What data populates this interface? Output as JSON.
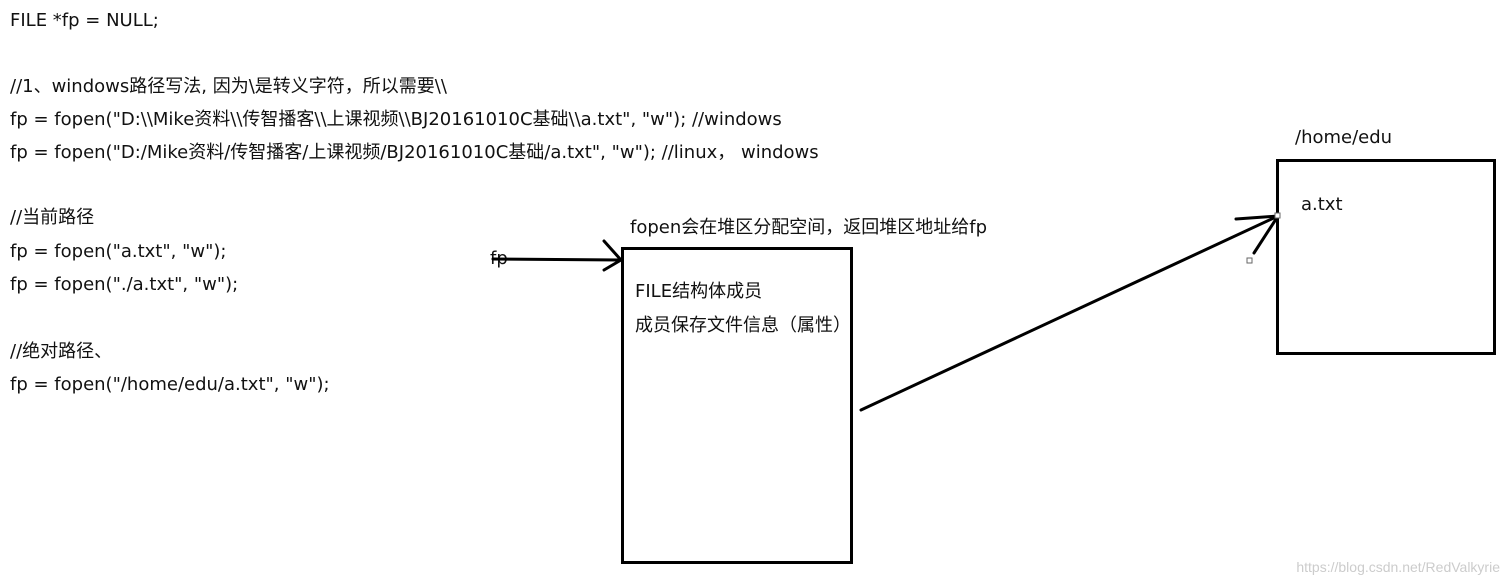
{
  "code": {
    "decl": "FILE *fp = NULL;",
    "comment_windows": "//1、windows路径写法, 因为\\是转义字符，所以需要\\\\",
    "line_windows": "fp = fopen(\"D:\\\\Mike资料\\\\传智播客\\\\上课视频\\\\BJ20161010C基础\\\\a.txt\", \"w\"); //windows",
    "line_linux": "fp = fopen(\"D:/Mike资料/传智播客/上课视频/BJ20161010C基础/a.txt\", \"w\"); //linux， windows",
    "comment_current": "//当前路径",
    "line_current_1": "fp = fopen(\"a.txt\", \"w\");",
    "line_current_2": "fp = fopen(\"./a.txt\", \"w\");",
    "comment_absolute": "//绝对路径、",
    "line_absolute": "fp = fopen(\"/home/edu/a.txt\", \"w\");"
  },
  "diagram": {
    "fp_label": "fp",
    "heap_caption": "fopen会在堆区分配空间，返回堆区地址给fp",
    "struct_line_1": "FILE结构体成员",
    "struct_line_2": "成员保存文件信息（属性）",
    "dir_label": "/home/edu",
    "file_label": "a.txt"
  },
  "watermark": "https://blog.csdn.net/RedValkyrie"
}
